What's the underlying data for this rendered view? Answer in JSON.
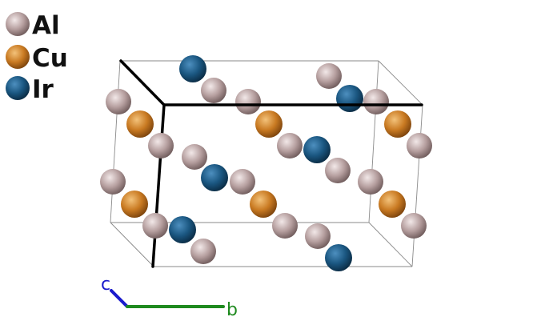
{
  "elements": [
    {
      "symbol": "Al",
      "color": "#b59e9e"
    },
    {
      "symbol": "Cu",
      "color": "#cc7a20"
    },
    {
      "symbol": "Ir",
      "color": "#1a5680"
    }
  ],
  "axes": {
    "c": {
      "label": "c",
      "color": "#1a1acc"
    },
    "b": {
      "label": "b",
      "color": "#1f8a1f"
    }
  }
}
